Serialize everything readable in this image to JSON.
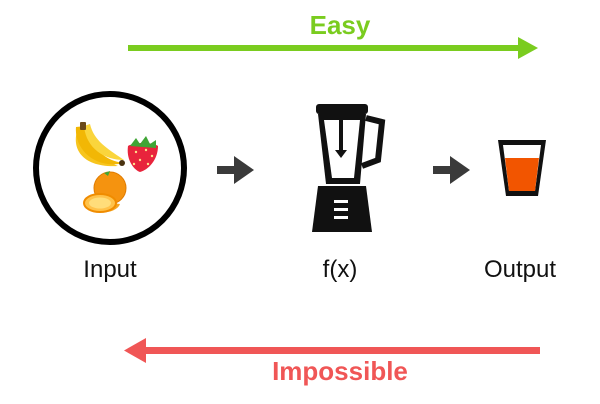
{
  "top_arrow": {
    "label": "Easy",
    "color": "#7acc1f"
  },
  "bottom_arrow": {
    "label": "Impossible",
    "color": "#f05656"
  },
  "stages": {
    "input": {
      "label": "Input"
    },
    "function": {
      "label": "f(x)"
    },
    "output": {
      "label": "Output"
    }
  },
  "icons": {
    "input_circle": "fruit-circle-icon",
    "banana": "banana-icon",
    "strawberry": "strawberry-icon",
    "orange": "orange-icon",
    "blender": "blender-icon",
    "glass": "juice-glass-icon",
    "flow_arrow": "right-arrow-icon"
  }
}
